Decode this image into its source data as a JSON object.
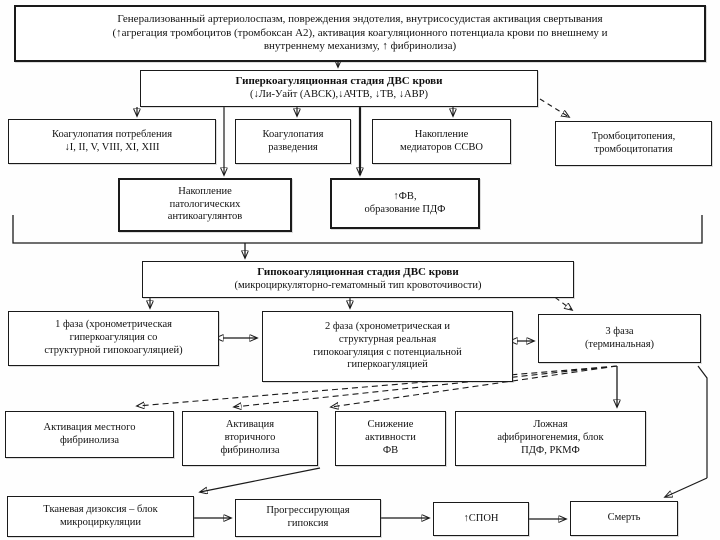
{
  "diagram": {
    "nodes": {
      "top": {
        "text": "Генерализованный артериолоспазм, повреждения эндотелия,  внутрисосудистая активация свертывания\n(↑агрегация тромбоцитов (тромбоксан А2), активация коагуляционного потенциала крови по внешнему и\nвнутреннему механизму, ↑ фибринолиза)"
      },
      "hyper_stage": {
        "title": "Гиперкоагуляционная стадия ДВС крови",
        "subtitle": "(↓Ли-Уайт (АВСК),↓АЧТВ, ↓ТВ, ↓АВР)"
      },
      "consumption": {
        "text": "Коагулопатия потребления\n↓I, II, V, VIII, XI, XIII"
      },
      "dilution": {
        "text": "Коагулопатия\nразведения"
      },
      "sirs": {
        "text": "Накопление\nмедиаторов ССВО"
      },
      "thrombocytopenia": {
        "text": "Тромбоцитопения,\nтромбоцитопатия"
      },
      "anticoagulants": {
        "text": "Накопление\nпатологических\nантикоагулянтов"
      },
      "fdp": {
        "text": "↑ФВ,\nобразование ПДФ"
      },
      "hypo_stage": {
        "title": "Гипокоагуляционная стадия ДВС крови",
        "subtitle": "(микроциркуляторно-гематомный тип кровоточивости)"
      },
      "phase1": {
        "text": "1 фаза (хронометрическая\nгиперкоагуляция со\nструктурной гипокоагуляцией)"
      },
      "phase2": {
        "text": "2 фаза (хронометрическая и\nструктурная реальная\nгипокоагуляция с потенциальной\nгиперкоагуляцией"
      },
      "phase3": {
        "text": "3 фаза\n(терминальная)"
      },
      "local_fibrinolysis": {
        "text": "Активация местного\nфибринолиза"
      },
      "secondary_fibrinolysis": {
        "text": "Активация\nвторичного\nфибринолиза"
      },
      "vwf_decrease": {
        "text": "Снижение\nактивности\nФВ"
      },
      "false_afibrinogenemia": {
        "text": "Ложная\nафибриногенемия, блок\nПДФ, РКМФ"
      },
      "tissue_dysoxia": {
        "text": "Тканевая дизоксия – блок\nмикроциркуляции"
      },
      "progressive_hypoxia": {
        "text": "Прогрессирующая\nгипоксия"
      },
      "mods": {
        "text": "↑СПОН"
      },
      "death": {
        "text": "Смерть"
      }
    },
    "edges": [
      {
        "from": "top",
        "to": "hyper_stage"
      },
      {
        "from": "hyper_stage",
        "to": "consumption"
      },
      {
        "from": "hyper_stage",
        "to": "dilution"
      },
      {
        "from": "hyper_stage",
        "to": "sirs"
      },
      {
        "from": "hyper_stage",
        "to": "thrombocytopenia",
        "style": "dashed"
      },
      {
        "from": "hyper_stage",
        "to": "anticoagulants"
      },
      {
        "from": "hyper_stage",
        "to": "fdp"
      },
      {
        "from": "collector",
        "to": "hypo_stage"
      },
      {
        "from": "hypo_stage",
        "to": "phase1"
      },
      {
        "from": "hypo_stage",
        "to": "phase2"
      },
      {
        "from": "hypo_stage",
        "to": "phase3",
        "style": "dashed"
      },
      {
        "from": "phase1",
        "to": "phase2",
        "style": "double"
      },
      {
        "from": "phase2",
        "to": "phase3",
        "style": "double"
      },
      {
        "from": "phase3",
        "to": "local_fibrinolysis",
        "style": "dashed"
      },
      {
        "from": "phase3",
        "to": "secondary_fibrinolysis",
        "style": "dashed"
      },
      {
        "from": "phase3",
        "to": "vwf_decrease",
        "style": "dashed"
      },
      {
        "from": "phase3",
        "to": "false_afibrinogenemia"
      },
      {
        "from": "phase3",
        "to": "death"
      },
      {
        "from": "secondary_fibrinolysis",
        "to": "tissue_dysoxia"
      },
      {
        "from": "tissue_dysoxia",
        "to": "progressive_hypoxia"
      },
      {
        "from": "progressive_hypoxia",
        "to": "mods"
      },
      {
        "from": "mods",
        "to": "death"
      }
    ],
    "colors": {
      "line": "#1a1a1a",
      "box_bg": "#ffffff",
      "text": "#111111"
    }
  }
}
